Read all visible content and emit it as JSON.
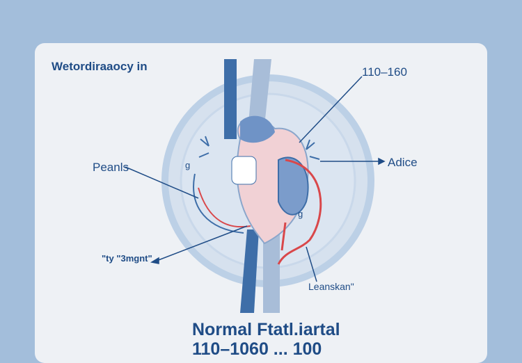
{
  "header": {
    "text": "Wetordiraaocy in"
  },
  "labels": {
    "top_right": "110–160",
    "right": "Adice",
    "left": "Peanls",
    "bottom_left": "\"ty \"3mgnt\"",
    "bottom_right": "Leanskan\"",
    "small_g_left": "g",
    "small_g_right": "g"
  },
  "footer": {
    "title": "Normal Ftatl.iartal",
    "subtitle": "110–1060 ... 100"
  },
  "colors": {
    "background": "#a3bedb",
    "card": "#eef1f5",
    "text": "#1f4c86",
    "vessel_red": "#d9474a",
    "vessel_blue": "#3e6ea8"
  }
}
